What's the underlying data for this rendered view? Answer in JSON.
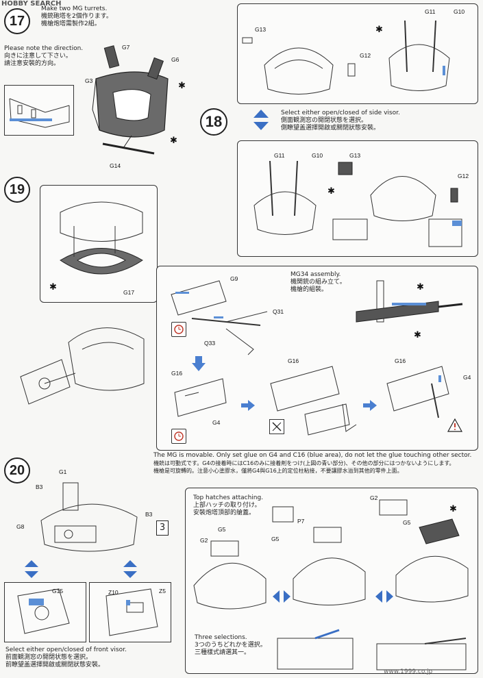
{
  "header": {
    "logo_text": "HOBBY SEARCH"
  },
  "steps": {
    "s17": {
      "number": "17",
      "line1": "Make two MG turrets.",
      "line2": "機銃砲塔を2個作ります。",
      "line3": "機槍炮塔需製作2組。",
      "note1": "Please note the direction.",
      "note2": "向きに注意して下さい。",
      "note3": "請注意安裝的方向。",
      "parts": [
        "G7",
        "G6",
        "G3",
        "G14"
      ]
    },
    "s18": {
      "number": "18",
      "line1": "Select either open/closed of side visor.",
      "line2": "側面観測窓の開閉状態を選択。",
      "line3": "側瞭望盖選擇開啟或關閉狀態安裝。",
      "parts_top": [
        "G13",
        "G12",
        "G11",
        "G10"
      ],
      "parts_bottom": [
        "G11",
        "G10",
        "G13",
        "G12"
      ]
    },
    "s19": {
      "number": "19",
      "parts": [
        "G17"
      ]
    },
    "mg": {
      "line1": "MG34 assembly.",
      "line2": "機関銃の組み立て。",
      "line3": "機槍的組裝。",
      "parts": [
        "G9",
        "Q31",
        "Q33",
        "G16",
        "G4",
        "G16",
        "G16",
        "G4"
      ]
    },
    "s20": {
      "number": "20",
      "parts": [
        "G1",
        "B3",
        "B3",
        "G8",
        "G15",
        "Z10",
        "Z5"
      ],
      "count": "3",
      "note1": "Select either open/closed of front visor.",
      "note2": "前面観測窓の開閉状態を選択。",
      "note3": "前瞭望盖選擇開啟或關閉狀態安裝。"
    },
    "hatches": {
      "line1": "Top hatches attaching.",
      "line2": "上部ハッチの取り付け。",
      "line3": "安裝炮塔頂部的艙蓋。",
      "parts": [
        "P7",
        "G5",
        "G5",
        "G2",
        "G2",
        "G5"
      ],
      "sel1": "Three selections.",
      "sel2": "3つのうちどれかを選択。",
      "sel3": "三種樣式請選其一。"
    }
  },
  "movable_note": {
    "en": "The MG is movable. Only set glue on G4 and C16 (blue area), do not let the glue touching other sector.",
    "jp": "機銃は可動式です。G4の接着時にはC16のみに接着剤をつけ(上図の青い部分)、その他の部分にはつかないようにします。",
    "cn": "機槍是可旋轉的。注意小心塗膠水，僅將G4與G16上的定位柱粘接，不要讓膠水溢到其他的零件上面。"
  },
  "footer": {
    "watermark": "www.1999.co.jp"
  },
  "colors": {
    "accent_blue": "#5b8fd6",
    "panel_gray": "#6a6a6a"
  }
}
